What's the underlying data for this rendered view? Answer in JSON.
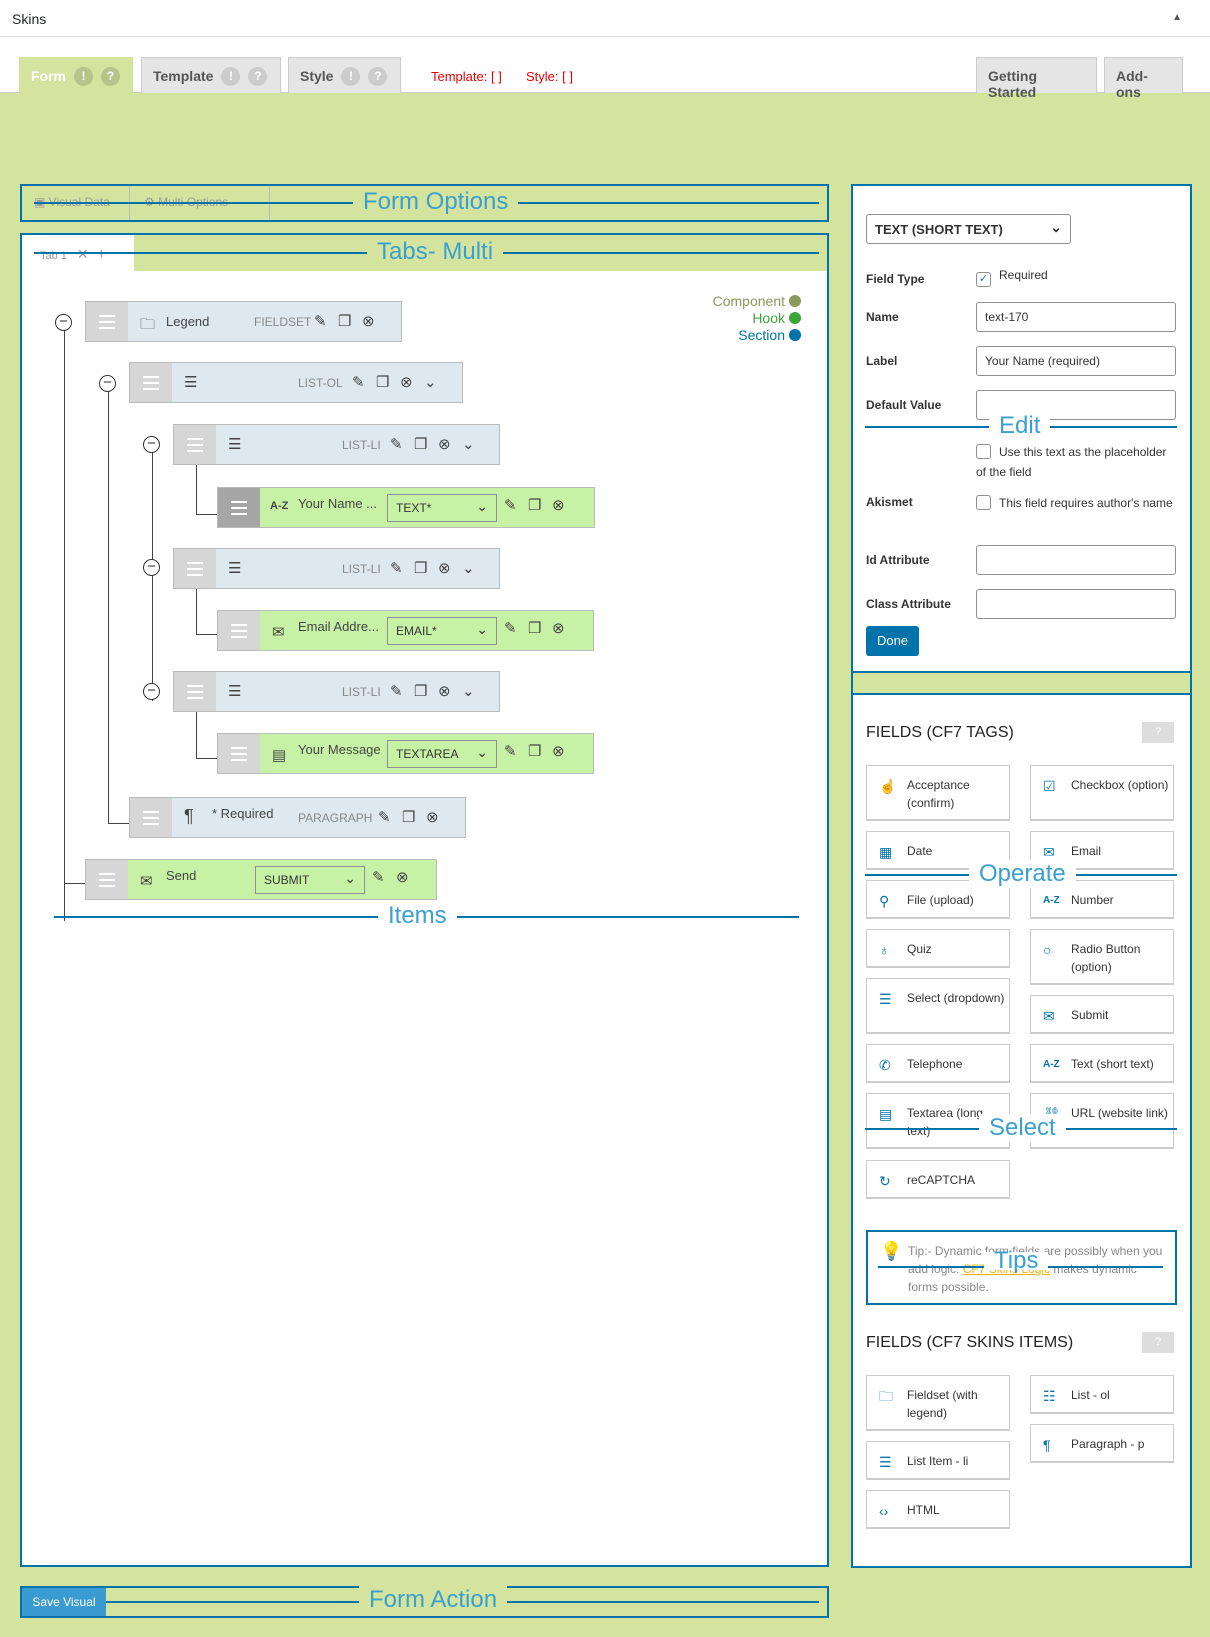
{
  "window": {
    "title": "Skins",
    "collapse_icon": "triangle-up"
  },
  "tabs": [
    {
      "label": "Form"
    },
    {
      "label": "Template"
    },
    {
      "label": "Style"
    }
  ],
  "tab_icons": {
    "warn": "!",
    "help": "?"
  },
  "status": {
    "template": "Template: [  ]",
    "style": "Style: [  ]"
  },
  "right_tabs": [
    {
      "label": "Getting Started"
    },
    {
      "label": "Add-ons"
    }
  ],
  "form_options": {
    "visual_data": "Visual Data",
    "multi_options": "Multi Options",
    "overlay": "Form Options"
  },
  "tabs_multi": {
    "tab1": "Tab 1",
    "overlay": "Tabs- Multi"
  },
  "legend": {
    "component": "Component",
    "hook": "Hook",
    "section": "Section",
    "component_color": "#8a9a5b",
    "hook_color": "#3aa63a",
    "section_color": "#0073aa"
  },
  "items": {
    "fieldset": {
      "label": "Legend",
      "type": "FIELDSET"
    },
    "list_ol": {
      "type": "LIST-OL"
    },
    "list_li": {
      "type": "LIST-LI"
    },
    "your_name": {
      "label": "Your Name ...",
      "select": "TEXT*"
    },
    "email": {
      "label": "Email Addre...",
      "select": "EMAIL*"
    },
    "message": {
      "label": "Your Message",
      "select": "TEXTAREA"
    },
    "paragraph": {
      "label": "* Required",
      "type": "PARAGRAPH"
    },
    "send": {
      "label": "Send",
      "select": "SUBMIT"
    },
    "overlay": "Items"
  },
  "edit": {
    "type_select": "TEXT (SHORT TEXT)",
    "field_type_label": "Field Type",
    "required_label": "Required",
    "name_label": "Name",
    "name_value": "text-170",
    "label_label": "Label",
    "label_value": "Your Name (required)",
    "default_label": "Default Value",
    "placeholder_text": "Use this text as the placeholder of the field",
    "akismet_label": "Akismet",
    "akismet_text": "This field requires author's name",
    "id_label": "Id Attribute",
    "class_label": "Class Attribute",
    "done": "Done",
    "overlay": "Edit"
  },
  "fields_header": "FIELDS (CF7 TAGS)",
  "help": "?",
  "fields": [
    {
      "label": "Acceptance (confirm)",
      "icon": "hand"
    },
    {
      "label": "Checkbox (option)",
      "icon": "checkbox"
    },
    {
      "label": "Date",
      "icon": "calendar"
    },
    {
      "label": "Email",
      "icon": "envelope"
    },
    {
      "label": "File (upload)",
      "icon": "paperclip"
    },
    {
      "label": "Number",
      "icon": "az"
    },
    {
      "label": "Quiz",
      "icon": "lightbulb"
    },
    {
      "label": "Radio Button (option)",
      "icon": "radio"
    },
    {
      "label": "Select (dropdown)",
      "icon": "list"
    },
    {
      "label": "Submit",
      "icon": "envelope"
    },
    {
      "label": "Telephone",
      "icon": "phone"
    },
    {
      "label": "Text (short text)",
      "icon": "az"
    },
    {
      "label": "Textarea (long text)",
      "icon": "document"
    },
    {
      "label": "URL (website link)",
      "icon": "link"
    },
    {
      "label": "reCAPTCHA",
      "icon": "refresh"
    }
  ],
  "operate": "Operate",
  "select_overlay": "Select",
  "tip": {
    "text1": "Tip:- Dynamic form fields are possibly when you add logic. ",
    "link": "CF7 Skins Logic",
    "text2": " makes dynamic forms possible.",
    "overlay": "Tips"
  },
  "skins_header": "FIELDS (CF7 SKINS ITEMS)",
  "skins_items": [
    {
      "label": "Fieldset (with legend)",
      "icon": "folder"
    },
    {
      "label": "List - ol",
      "icon": "ordered-list"
    },
    {
      "label": "List Item - li",
      "icon": "list"
    },
    {
      "label": "Paragraph - p",
      "icon": "pilcrow"
    },
    {
      "label": "HTML",
      "icon": "code"
    }
  ],
  "save": {
    "label": "Save Visual",
    "overlay": "Form Action"
  }
}
